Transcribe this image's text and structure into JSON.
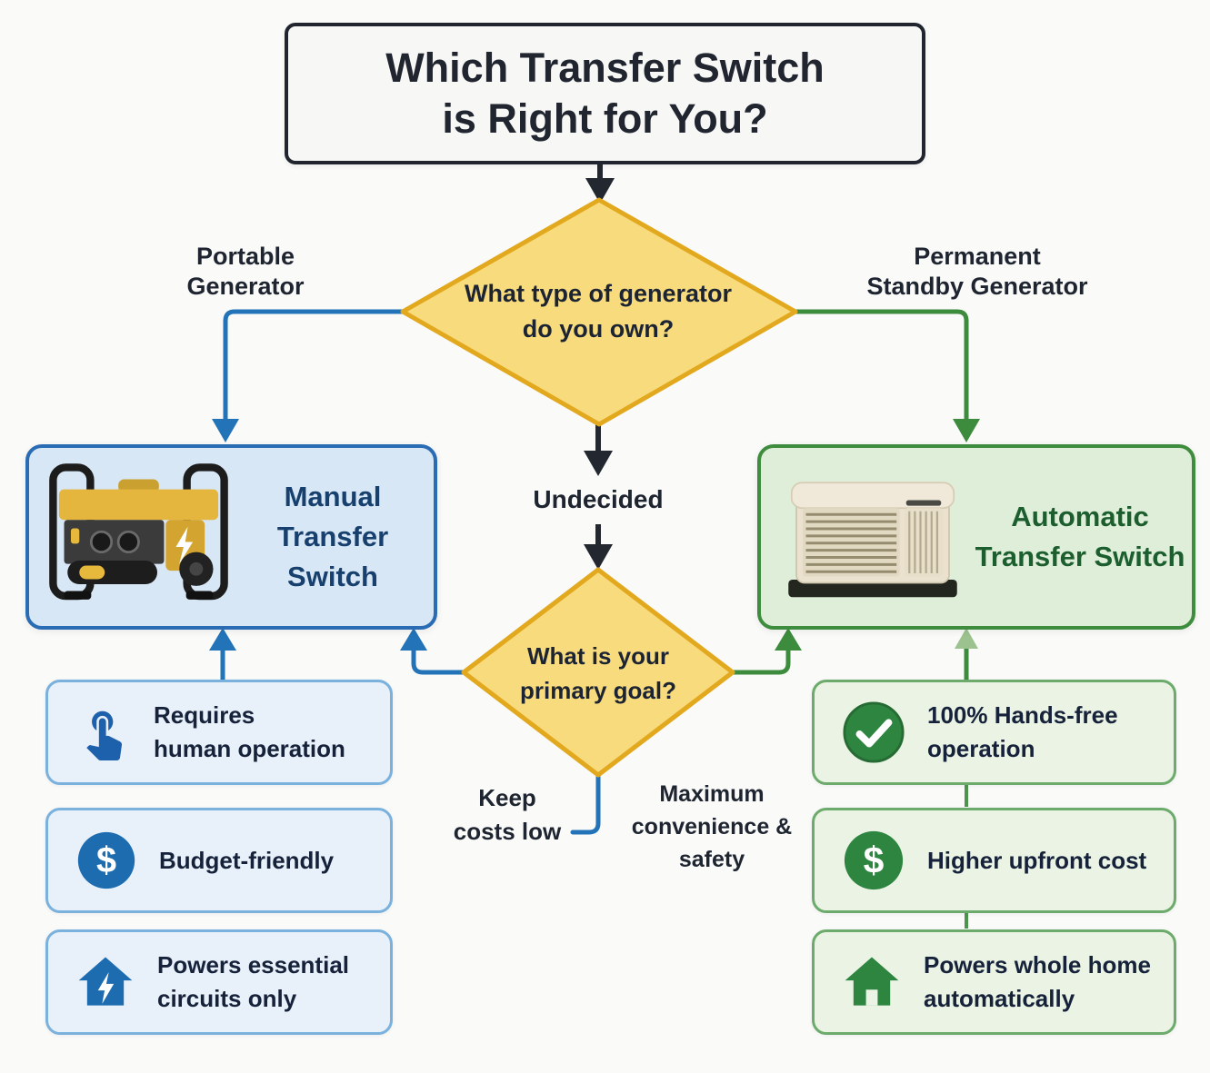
{
  "title": {
    "line1": "Which Transfer Switch",
    "line2": "is Right for You?"
  },
  "flow": {
    "decision_generator": {
      "line1": "What type of generator",
      "line2": "do you own?"
    },
    "label_portable": {
      "line1": "Portable",
      "line2": "Generator"
    },
    "label_permanent": {
      "line1": "Permanent",
      "line2": "Standby Generator"
    },
    "label_undecided": "Undecided",
    "decision_goal": {
      "line1": "What is your",
      "line2": "primary goal?"
    },
    "label_keep_costs": {
      "line1": "Keep",
      "line2": "costs low"
    },
    "label_max_convenience": {
      "line1": "Maximum",
      "line2": "convenience &",
      "line3": "safety"
    }
  },
  "manual": {
    "title_line1": "Manual",
    "title_line2": "Transfer Switch",
    "features": [
      {
        "icon": "tap-icon",
        "line1": "Requires",
        "line2": "human operation"
      },
      {
        "icon": "dollar-circle-icon",
        "line1": "Budget-friendly",
        "line2": ""
      },
      {
        "icon": "house-bolt-icon",
        "line1": "Powers essential",
        "line2": "circuits only"
      }
    ]
  },
  "automatic": {
    "title_line1": "Automatic",
    "title_line2": "Transfer Switch",
    "features": [
      {
        "icon": "check-circle-icon",
        "line1": "100% Hands-free",
        "line2": "operation"
      },
      {
        "icon": "dollar-circle-icon",
        "line1": "Higher upfront cost",
        "line2": ""
      },
      {
        "icon": "house-icon",
        "line1": "Powers whole home",
        "line2": "automatically"
      }
    ]
  },
  "icons": {
    "dollar_glyph": "$"
  },
  "colors": {
    "background": "#fafaf9",
    "diamond_fill": "#f8db7c",
    "diamond_border": "#e2a81e",
    "blue_line": "#2273b8",
    "green_line": "#3d8b3d",
    "manual_box_fill": "#d7e7f5",
    "manual_box_border": "#2a6cb4",
    "automatic_box_fill": "#dfeed9",
    "automatic_box_border": "#3e8c3e",
    "feature_blue_fill": "#e8f1fa",
    "feature_blue_border": "#7ab1dd",
    "feature_green_fill": "#eaf3e4",
    "feature_green_border": "#6cab6c",
    "icon_blue": "#1d60ab",
    "icon_green": "#2e8540",
    "black_arrow": "#23272f"
  }
}
